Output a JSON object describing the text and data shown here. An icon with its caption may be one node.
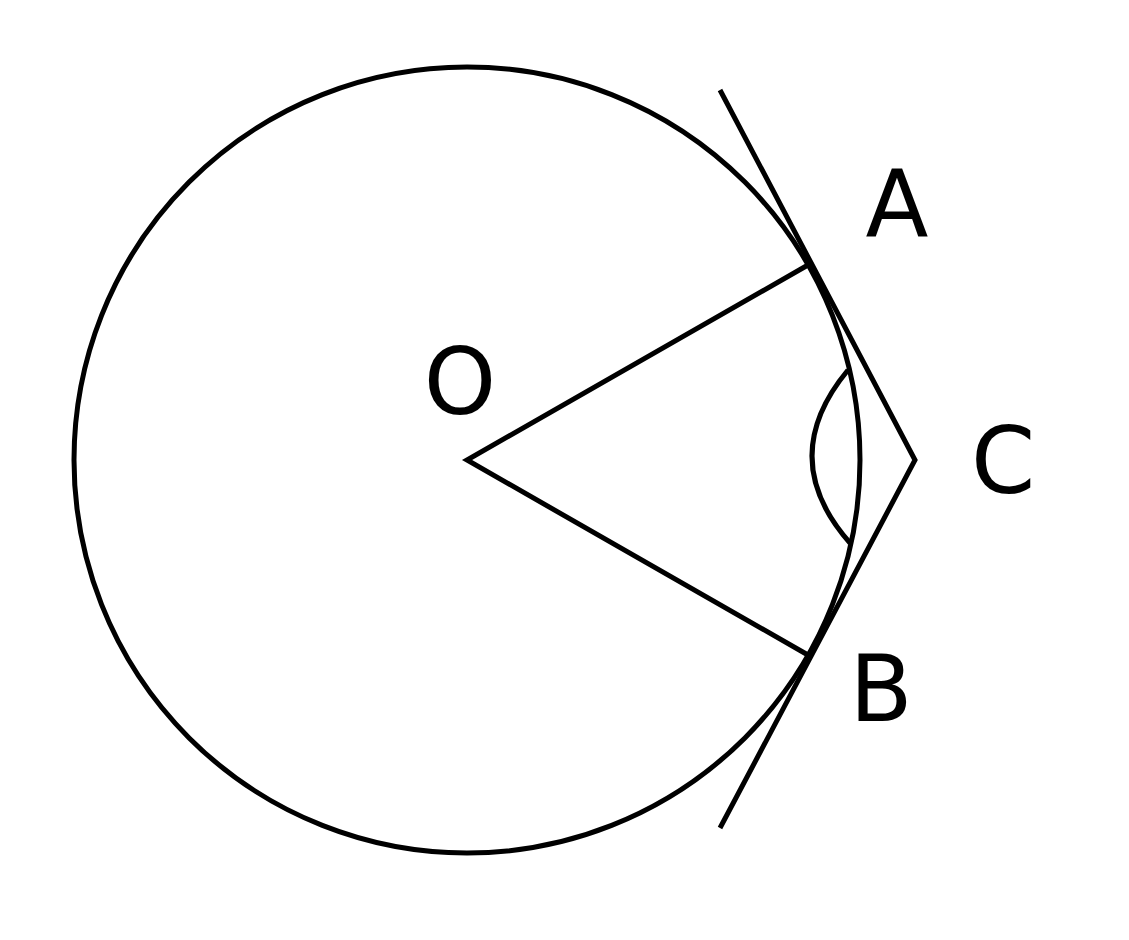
{
  "diagram": {
    "labels": [
      "A",
      "O",
      "C",
      "B"
    ]
  }
}
